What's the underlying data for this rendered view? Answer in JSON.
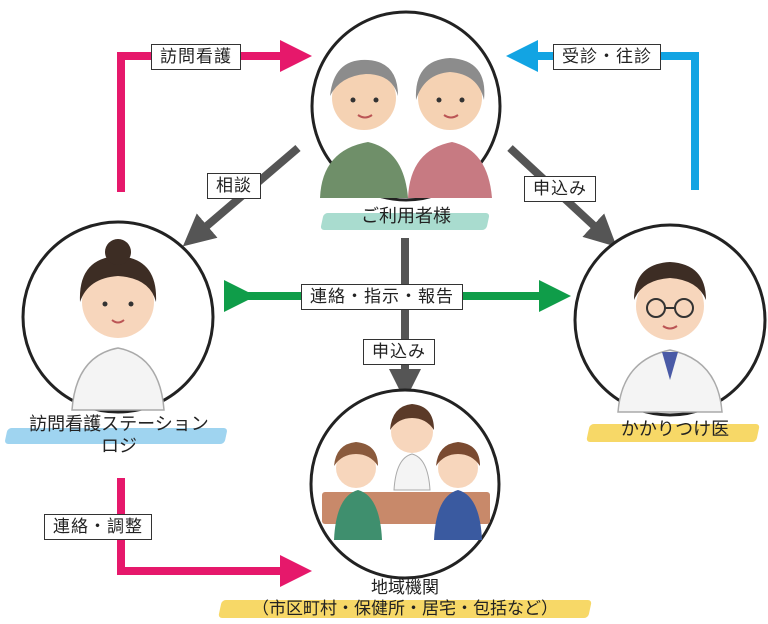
{
  "nodes": {
    "user": {
      "caption": "ご利用者様"
    },
    "station": {
      "caption_line1": "訪問看護ステーション",
      "caption_line2": "ロジ"
    },
    "doctor": {
      "caption": "かかりつけ医"
    },
    "community": {
      "caption_line1": "地域機関",
      "caption_line2": "（市区町村・保健所・居宅・包括など）"
    }
  },
  "edges": {
    "visit_nursing": "訪問看護",
    "consult_visit": "受診・往診",
    "consultation": "相談",
    "apply_doctor": "申込み",
    "contact_instruct_report": "連絡・指示・報告",
    "apply_community": "申込み",
    "contact_adjust": "連絡・調整"
  },
  "colors": {
    "pink": "#e6186b",
    "blue": "#12a4e3",
    "green": "#0f9d49",
    "gray": "#555555",
    "highlight_teal": "#a9dccf",
    "highlight_blue": "#9fd4f0",
    "highlight_yellow": "#f7d867"
  }
}
